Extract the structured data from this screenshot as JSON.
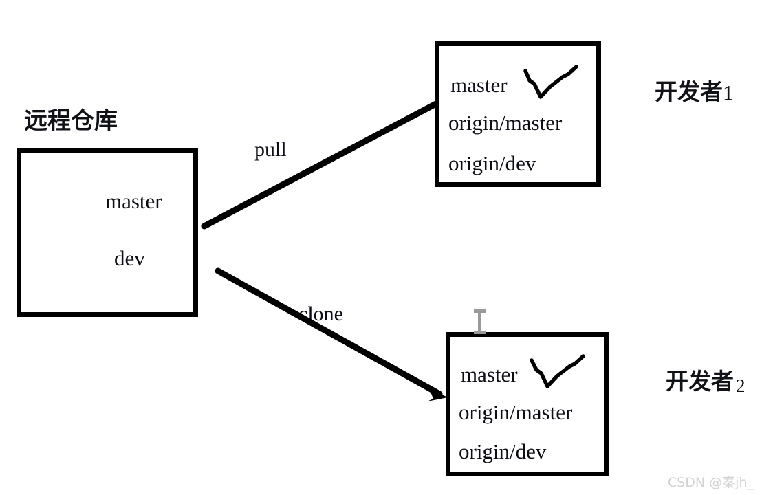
{
  "diagram": {
    "title_remote_repo": "远程仓库",
    "remote_repo": {
      "branches": [
        "master",
        "dev"
      ]
    },
    "developer1": {
      "tag": "开发者",
      "index": "1",
      "branches": [
        "master",
        "origin/master",
        "origin/dev"
      ],
      "checkmark": "hand-drawn-check"
    },
    "developer2": {
      "tag": "开发者",
      "index": "2",
      "branches": [
        "master",
        "origin/master",
        "origin/dev"
      ],
      "checkmark": "hand-drawn-check"
    },
    "edges": [
      {
        "label": "pull",
        "from": "remote-repo",
        "to": "developer1"
      },
      {
        "label": "clone",
        "from": "remote-repo",
        "to": "developer2"
      }
    ],
    "cursor": "text-ibeam-cursor",
    "colors": {
      "stroke": "#000000",
      "background": "#ffffff",
      "text": "#0d0d17",
      "watermark": "#d2d2d4"
    }
  },
  "watermark": "CSDN @秦jh_"
}
